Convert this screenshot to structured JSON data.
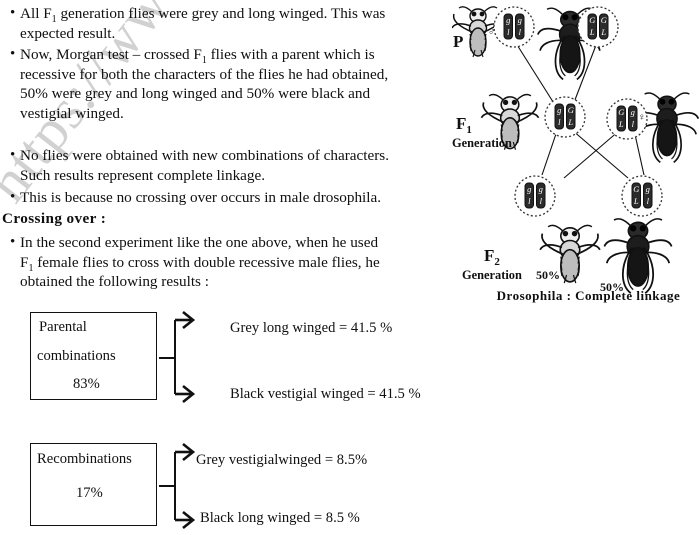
{
  "watermark": {
    "text": "https://www.stu"
  },
  "notes": {
    "bullets": [
      {
        "id": "b1",
        "lines": [
          "All F₁ generation flies were grey and long winged. This was",
          "expected result."
        ],
        "text": "All F1 generation flies were grey and long winged. This was expected result."
      },
      {
        "id": "b2",
        "lines": [
          "Now, Morgan test – crossed F₁ flies with a parent which is",
          "recessive for both the characters of the flies he had obtained,",
          "50% were grey and long winged and 50% were black and",
          "vestigial winged."
        ],
        "text": "Now, Morgan test – crossed F1 flies with a parent which is recessive for both the characters of the flies he had obtained, 50% were grey and long winged and 50% were black and vestigial winged."
      },
      {
        "id": "b3",
        "lines": [
          "No flies were obtained with new combinations of characters.",
          "Such results represent complete linkage."
        ],
        "text": "No flies were obtained with new combinations of characters. Such results represent complete linkage."
      },
      {
        "id": "b4",
        "lines": [
          "This is because no crossing over occurs in male drosophila."
        ],
        "text": "This is because no crossing over occurs in male drosophila."
      }
    ],
    "bullet_marker": "•",
    "section_heading": "Crossing  over :",
    "bullet5": {
      "lines": [
        "In the second experiment like the one above, when he used",
        "F₁ female flies to cross with double recessive male flies, he",
        "obtained the following results :"
      ],
      "text": "In the second experiment like the one above, when he used F1 female flies to cross with double recessive male flies, he obtained the following results :"
    }
  },
  "results": {
    "parental": {
      "box_line1": "Parental",
      "box_line2": "combinations",
      "box_line3": "83%",
      "percent": "83%",
      "outcomes": [
        "Grey long winged = 41.5 %",
        "Black vestigial winged = 41.5 %"
      ]
    },
    "recombinations": {
      "box_line1": "Recombinations",
      "box_line2": "17%",
      "percent": "17%",
      "outcomes": [
        "Grey vestigialwinged = 8.5%",
        "Black long winged =  8.5 %"
      ]
    }
  },
  "diagram": {
    "caption": "Drosophila : Complete linkage",
    "p_label": "P",
    "male_symbol": "♂",
    "female_symbol": "♀",
    "f1": {
      "letter": "F",
      "sub": "1",
      "word": "Generation"
    },
    "f2": {
      "letter": "F",
      "sub": "2",
      "word": "Generation"
    },
    "f2_percent_left": "50%",
    "f2_percent_right": "50%",
    "genotypes": {
      "p_male": [
        "g",
        "g",
        "l",
        "l"
      ],
      "p_female": [
        "G",
        "G",
        "L",
        "L"
      ],
      "f1_left": [
        "g",
        "G",
        "l",
        "L"
      ],
      "f1_right": [
        "G",
        "g",
        "L",
        "l"
      ],
      "f2_left": [
        "g",
        "g",
        "l",
        "l"
      ],
      "f2_right": [
        "G",
        "g",
        "L",
        "l"
      ]
    }
  }
}
